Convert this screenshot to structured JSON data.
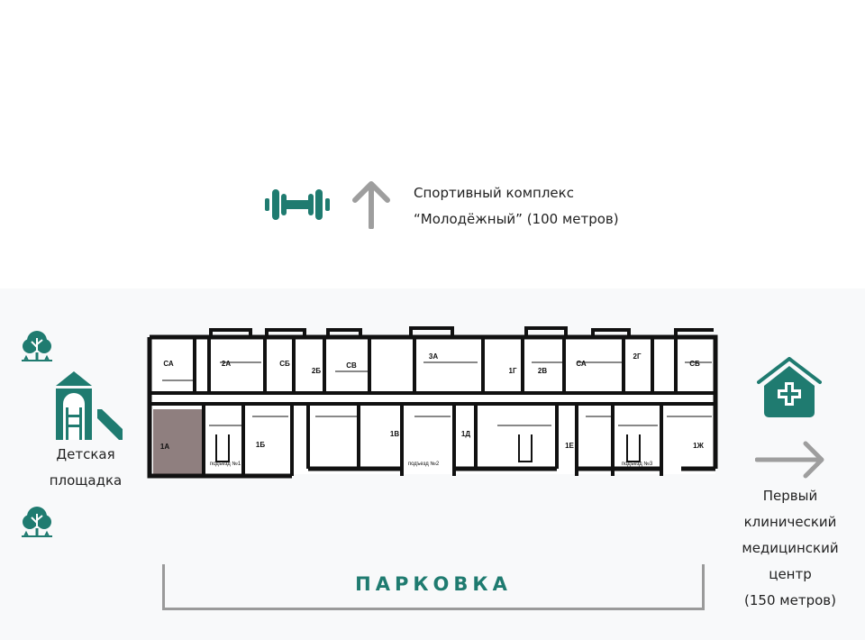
{
  "colors": {
    "accent": "#1f7b70",
    "arrow": "#9e9e9e",
    "highlight": "#8f7f7f",
    "wall": "#111111"
  },
  "sport": {
    "icon": "dumbbell-icon",
    "line1": "Спортивный комплекс",
    "line2": "“Молодёжный” (100 метров)"
  },
  "playground": {
    "icon": "playground-icon",
    "line1": "Детская",
    "line2": "площадка"
  },
  "medical": {
    "icon": "medical-house-icon",
    "line1": "Первый",
    "line2": "клинический",
    "line3": "медицинский",
    "line4": "центр",
    "line5": "(150 метров)"
  },
  "parking": {
    "label": "ПАРКОВКА"
  },
  "floor_plan": {
    "top_units": [
      "СА",
      "2А",
      "СБ",
      "2Б",
      "СВ",
      "3А",
      "1Г",
      "2В",
      "СА",
      "2Г",
      "СБ"
    ],
    "bottom_units": [
      "1А",
      "1Б",
      "1В",
      "1Д",
      "1Е",
      "1Ж"
    ],
    "entrances": [
      "подъезд №1",
      "подъезд №2",
      "подъезд №3"
    ]
  }
}
